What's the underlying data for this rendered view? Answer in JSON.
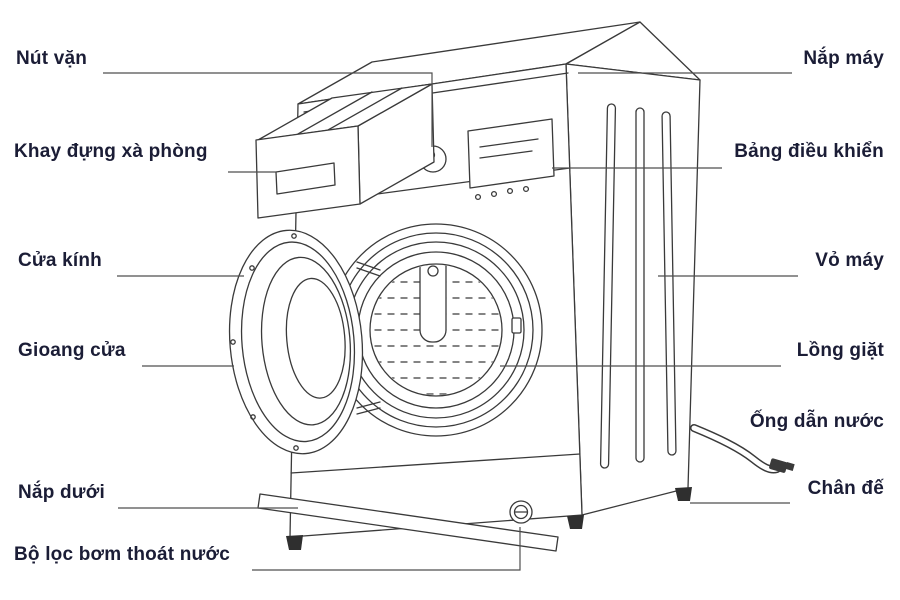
{
  "colors": {
    "background": "#ffffff",
    "label_text": "#1b1d36",
    "line_art": "#3a3a3a",
    "leader_line": "#4f4f4f"
  },
  "labels": {
    "left": [
      {
        "id": "nut-van",
        "text": "Nút vặn"
      },
      {
        "id": "khay-dung-xa-phong",
        "text": "Khay đựng xà phòng"
      },
      {
        "id": "cua-kinh",
        "text": "Cửa kính"
      },
      {
        "id": "gioang-cua",
        "text": "Gioang cửa"
      },
      {
        "id": "nap-duoi",
        "text": "Nắp dưới"
      },
      {
        "id": "bo-loc-bom-thoat-nuoc",
        "text": "Bộ lọc bơm thoát nước"
      }
    ],
    "right": [
      {
        "id": "nap-may",
        "text": "Nắp máy"
      },
      {
        "id": "bang-dieu-khien",
        "text": "Bảng điều khiển"
      },
      {
        "id": "vo-may",
        "text": "Vỏ máy"
      },
      {
        "id": "long-giat",
        "text": "Lồng giặt"
      },
      {
        "id": "ong-dan-nuoc",
        "text": "Ống dẫn nước"
      },
      {
        "id": "chan-de",
        "text": "Chân đế"
      }
    ]
  }
}
